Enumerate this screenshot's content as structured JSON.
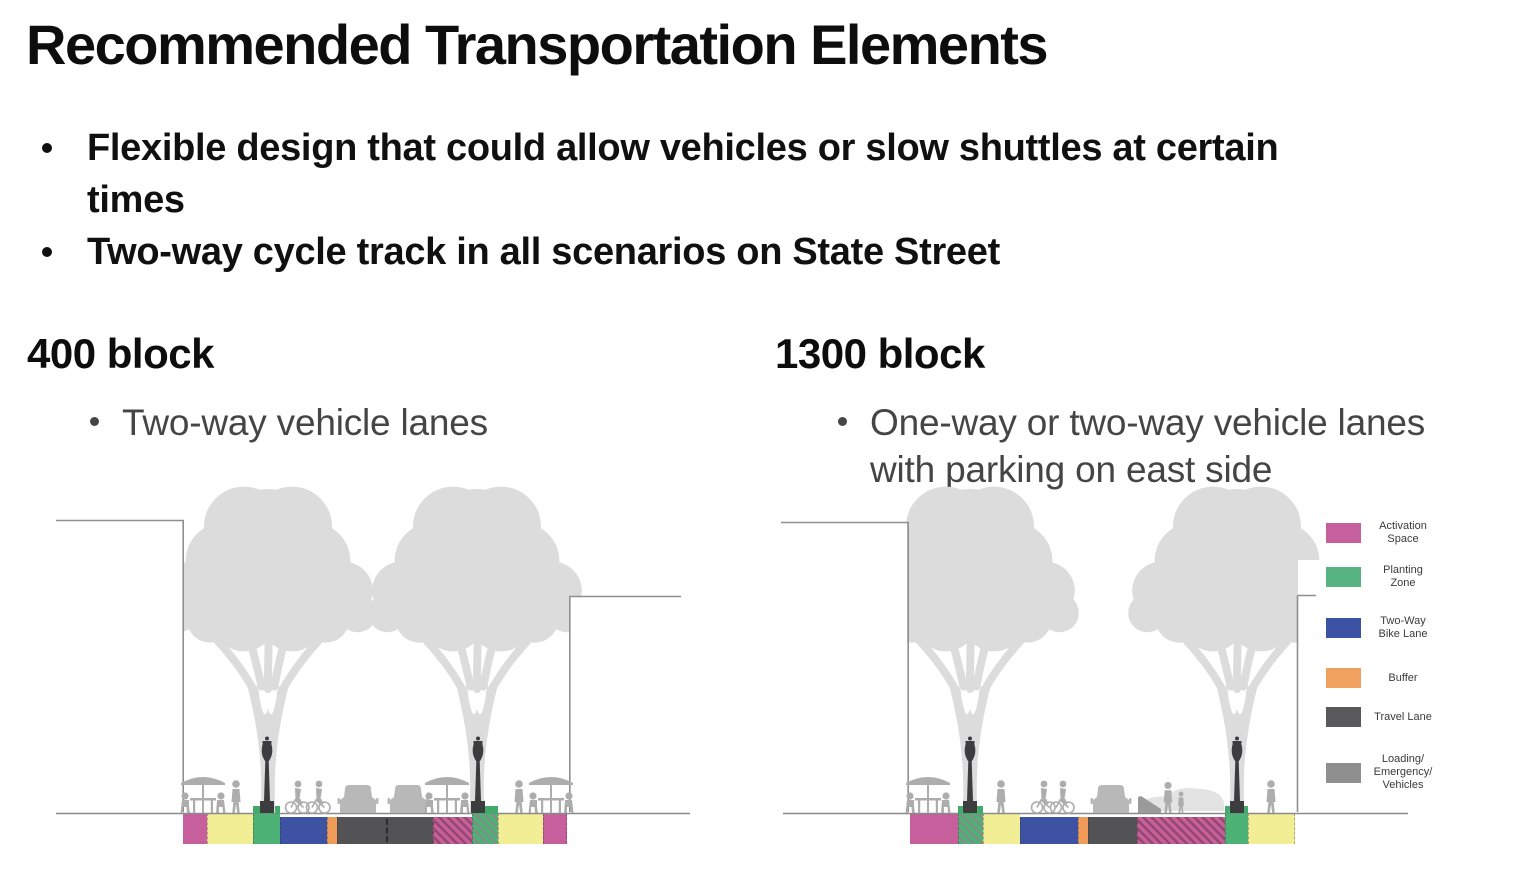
{
  "title": "Recommended Transportation Elements",
  "intro_bullets": [
    "Flexible design that could allow vehicles or slow shuttles at certain times",
    "Two-way cycle track in all scenarios on State Street"
  ],
  "palette": {
    "pink": "#c75f9d",
    "yellow": "#f2ee96",
    "green": "#4cb275",
    "blue": "#3e52a3",
    "orange": "#f09c58",
    "darkgray": "#535355",
    "gray": "#8f8f8f",
    "pinkStripe": "#93486c",
    "grayStripe": "#7f8f85"
  },
  "diagrams": [
    {
      "heading": "400 block",
      "bullets": [
        "Two-way vehicle lanes"
      ],
      "lanes": [
        {
          "name": "activation-space",
          "color": "pink",
          "w": 24,
          "level": "sidewalk"
        },
        {
          "name": "sidewalk",
          "color": "yellow",
          "w": 46,
          "level": "sidewalk"
        },
        {
          "name": "planting-zone",
          "color": "green",
          "w": 27,
          "level": "sidewalk"
        },
        {
          "name": "two-way-bike-lane",
          "color": "blue",
          "w": 47,
          "level": "street"
        },
        {
          "name": "buffer",
          "color": "orange",
          "w": 10,
          "level": "street"
        },
        {
          "name": "travel-lane",
          "color": "darkgray",
          "w": 96,
          "level": "street",
          "centerline": true
        },
        {
          "name": "activation-loading-flex",
          "color": "pink",
          "hatch": "pinkStripe",
          "w": 39,
          "level": "street"
        },
        {
          "name": "planting-loading-flex",
          "color": "green",
          "hatch": "grayStripe",
          "w": 26,
          "level": "sidewalk"
        },
        {
          "name": "sidewalk",
          "color": "yellow",
          "w": 45,
          "level": "sidewalk"
        },
        {
          "name": "activation-space",
          "color": "pink",
          "w": 24,
          "level": "sidewalk"
        }
      ]
    },
    {
      "heading": "1300 block",
      "bullets": [
        "One-way or two-way vehicle lanes with parking on east side"
      ],
      "lanes": [
        {
          "name": "activation-space",
          "color": "pink",
          "w": 48,
          "level": "sidewalk"
        },
        {
          "name": "planting-loading-flex",
          "color": "green",
          "hatch": "grayStripe",
          "w": 25,
          "level": "sidewalk"
        },
        {
          "name": "sidewalk",
          "color": "yellow",
          "w": 37,
          "level": "sidewalk"
        },
        {
          "name": "two-way-bike-lane",
          "color": "blue",
          "w": 58,
          "level": "street"
        },
        {
          "name": "buffer",
          "color": "orange",
          "w": 10,
          "level": "street"
        },
        {
          "name": "travel-lane",
          "color": "darkgray",
          "w": 49,
          "level": "street"
        },
        {
          "name": "parking-loading-flex",
          "color": "pink",
          "hatch": "pinkStripe",
          "w": 88,
          "level": "street"
        },
        {
          "name": "planting-zone",
          "color": "green",
          "w": 23,
          "level": "sidewalk"
        },
        {
          "name": "sidewalk",
          "color": "yellow",
          "w": 47,
          "level": "sidewalk"
        }
      ]
    }
  ],
  "legend": {
    "items": [
      {
        "label": "Activation Space",
        "color": "#c6609c"
      },
      {
        "label": "Planting Zone",
        "color": "#57b381"
      },
      {
        "label": "Two-Way Bike Lane",
        "color": "#3c52a4"
      },
      {
        "label": "Buffer",
        "color": "#f0a05f"
      },
      {
        "label": "Travel Lane",
        "color": "#59595b"
      },
      {
        "label": "Loading/ Emergency/ Vehicles",
        "color": "#8f8f8f"
      }
    ]
  }
}
